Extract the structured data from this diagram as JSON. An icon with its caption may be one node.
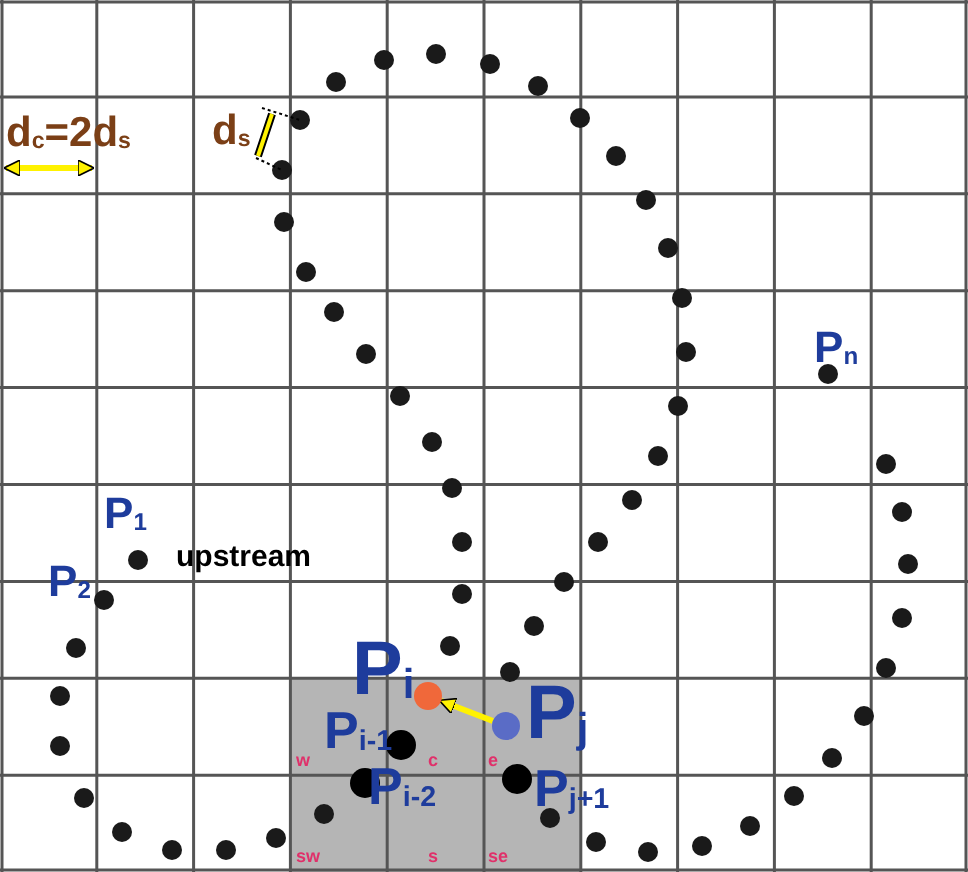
{
  "diagram": {
    "nodes": [
      {
        "text": [],
        "shape": "circle",
        "beside": [
          "P$_{1}$"
        ]
      },
      {
        "text": [],
        "shape": "circle",
        "beside": [
          "P$_{2}$"
        ]
      },
      {
        "text": [],
        "shape": "circle",
        "beside": [
          "P$_{n}$"
        ]
      },
      {
        "text": [],
        "shape": "circle",
        "beside": [
          "P$_{i}$"
        ]
      },
      {
        "text": [],
        "shape": "circle",
        "beside": [
          "P$_{i-1}$"
        ]
      },
      {
        "text": [],
        "shape": "circle",
        "beside": [
          "P$_{i-2}$"
        ]
      },
      {
        "text": [],
        "shape": "circle",
        "beside": [
          "P$_{j}$"
        ]
      },
      {
        "text": [],
        "shape": "circle",
        "beside": [
          "P$_{j+1}$"
        ]
      }
    ],
    "edges": [
      {
        "from": 6,
        "to": 3,
        "arrow": "to"
      }
    ],
    "labels": [
      "d$_{c}$=2d$_{s}$",
      "d$_{s}$",
      "upstream",
      "w",
      "c",
      "e",
      "sw",
      "s",
      "se"
    ]
  }
}
